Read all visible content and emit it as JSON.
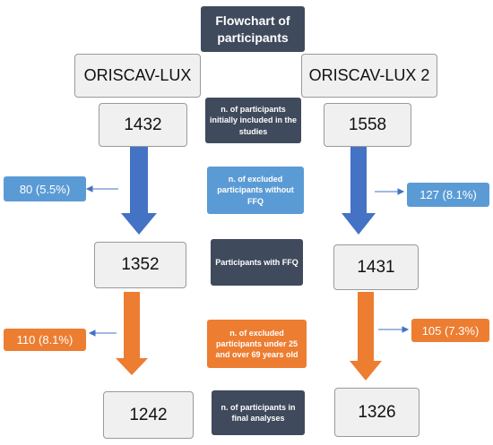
{
  "title": "Flowchart of participants",
  "studies": {
    "left": "ORISCAV-LUX",
    "right": "ORISCAV-LUX 2"
  },
  "stages": [
    {
      "label": "n. of participants initially included in the studies",
      "left": "1432",
      "right": "1558"
    },
    {
      "label": "Participants with FFQ",
      "left": "1352",
      "right": "1431"
    },
    {
      "label": "n. of participants in final analyses",
      "left": "1242",
      "right": "1326"
    }
  ],
  "exclusions": [
    {
      "label": "n. of excluded participants without FFQ",
      "left": "80 (5.5%)",
      "right": "127 (8.1%)",
      "color": "#4472c4"
    },
    {
      "label": "n. of excluded participants under 25 and over 69 years old",
      "left": "110 (8.1%)",
      "right": "105 (7.3%)",
      "color": "#ed7d31"
    }
  ],
  "colors": {
    "dark": "#3f4a5c",
    "light_blue": "#5b9bd5",
    "arrow_blue": "#4472c4",
    "orange": "#ed7d31",
    "grey_box": "#f0f0f0"
  }
}
